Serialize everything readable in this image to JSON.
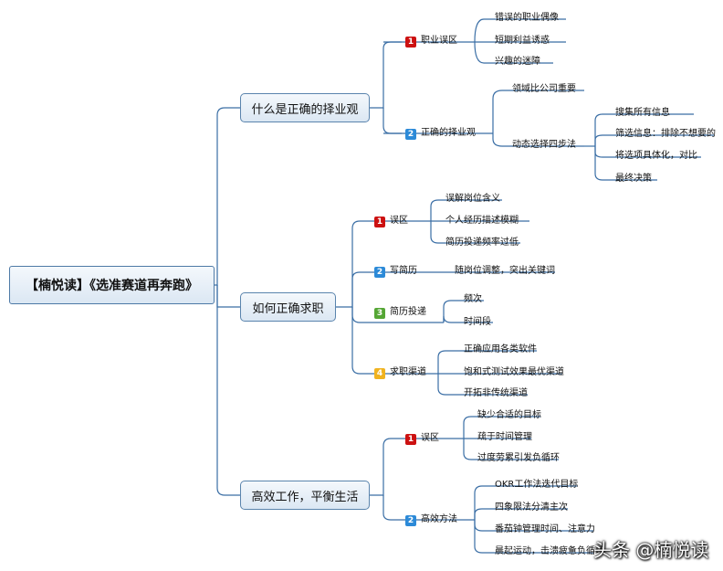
{
  "root": "【楠悦读】《选准赛道再奔跑》",
  "colors": {
    "badge1": "#cc1111",
    "badge2": "#2c8ad8",
    "badge3": "#55a635",
    "badge4": "#f0b320",
    "line": "#3a6ea5"
  },
  "branches": [
    {
      "label": "什么是正确的择业观",
      "subs": [
        {
          "num": "1",
          "label": "职业误区",
          "items": [
            "错误的职业偶像",
            "短期利益诱惑",
            "兴趣的迷障"
          ]
        },
        {
          "num": "2",
          "label": "正确的择业观",
          "items": [
            "领域比公司重要",
            "动态选择四步法"
          ],
          "deep": [
            "搜集所有信息",
            "筛选信息：排除不想要的",
            "将选项具体化，对比",
            "最终决策"
          ]
        }
      ]
    },
    {
      "label": "如何正确求职",
      "subs": [
        {
          "num": "1",
          "label": "误区",
          "items": [
            "误解岗位含义",
            "个人经历描述模糊",
            "简历投递频率过低"
          ]
        },
        {
          "num": "2",
          "label": "写简历",
          "items": [
            "随岗位调整，突出关键词"
          ]
        },
        {
          "num": "3",
          "label": "简历投递",
          "items": [
            "频次",
            "时间段"
          ]
        },
        {
          "num": "4",
          "label": "求职渠道",
          "items": [
            "正确应用各类软件",
            "饱和式测试效果最优渠道",
            "开拓非传统渠道"
          ]
        }
      ]
    },
    {
      "label": "高效工作，平衡生活",
      "subs": [
        {
          "num": "1",
          "label": "误区",
          "items": [
            "缺少合适的目标",
            "疏于时间管理",
            "过度劳累引发负循环"
          ]
        },
        {
          "num": "2",
          "label": "高效方法",
          "items": [
            "OKR工作法迭代目标",
            "四象限法分清主次",
            "番茄钟管理时间、注意力",
            "晨起运动，击溃疲惫负循环"
          ]
        }
      ]
    }
  ],
  "watermark": "头条 @楠悦读"
}
